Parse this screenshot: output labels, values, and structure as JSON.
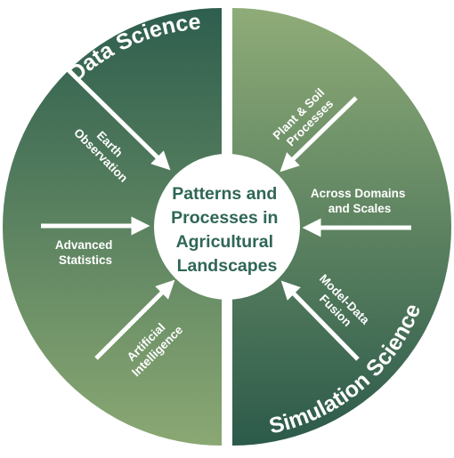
{
  "diagram": {
    "left_title": "Data Science",
    "right_title": "Simulation Science",
    "center": [
      "Patterns and",
      "Processes in",
      "Agricultural",
      "Landscapes"
    ],
    "left_labels": [
      [
        "Earth",
        "Observation"
      ],
      [
        "Advanced",
        "Statistics"
      ],
      [
        "Artificial",
        "Intelligence"
      ]
    ],
    "right_labels": [
      [
        "Plant & Soil",
        "Processes"
      ],
      [
        "Across Domains",
        "and Scales"
      ],
      [
        "Model-Data",
        "Fusion"
      ]
    ],
    "colors": {
      "left_top": "#2e5e4e",
      "left_bottom": "#8aa873",
      "right_top": "#8fac78",
      "right_bottom": "#2c5a4a",
      "center_text": "#2f6656",
      "arrow": "#ffffff"
    }
  }
}
